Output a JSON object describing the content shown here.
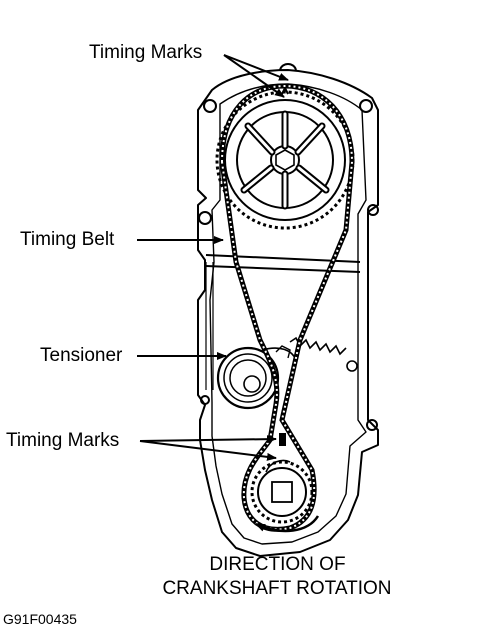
{
  "labels": {
    "timing_marks_top": "Timing Marks",
    "timing_belt": "Timing Belt",
    "tensioner": "Tensioner",
    "timing_marks_bottom": "Timing Marks"
  },
  "caption": {
    "line1": "DIRECTION OF",
    "line2": "CRANKSHAFT ROTATION"
  },
  "figure_id": "G91F00435"
}
